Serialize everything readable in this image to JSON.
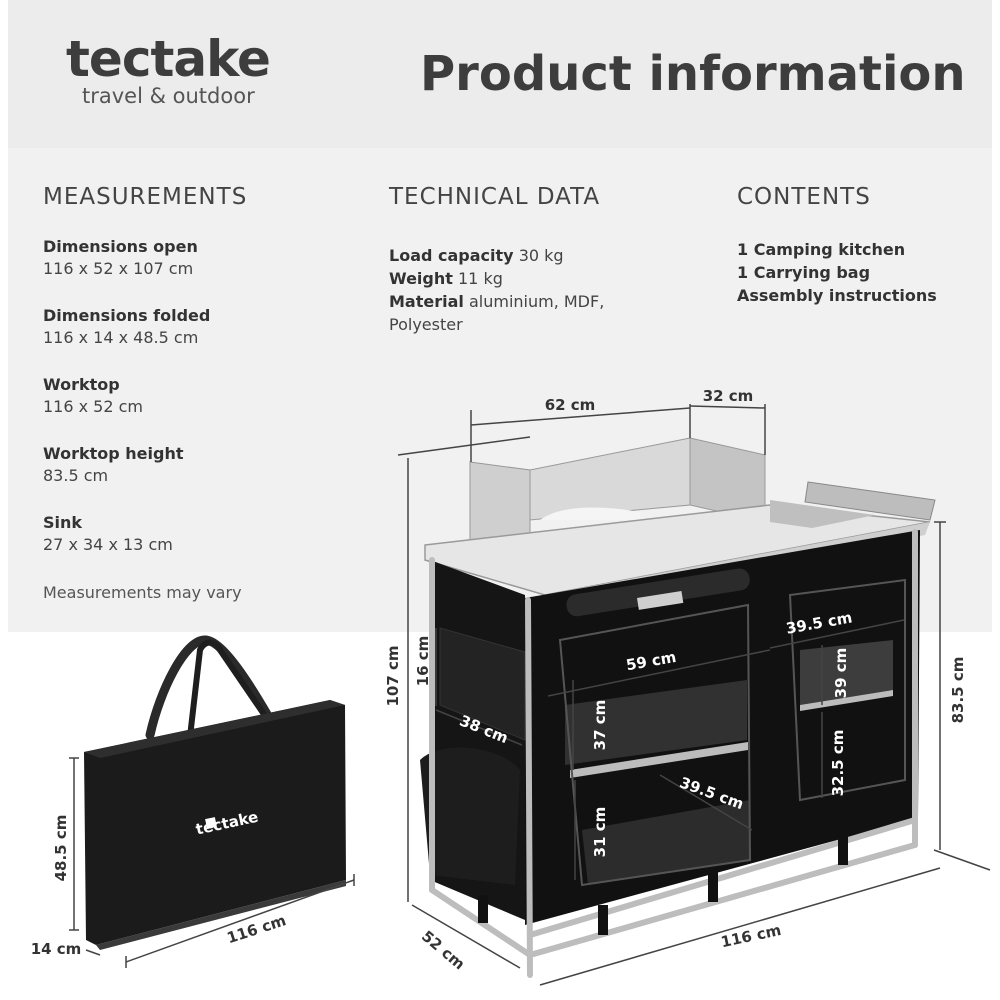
{
  "brand": {
    "name": "tectake",
    "tagline": "travel & outdoor"
  },
  "title": "Product information",
  "measurements": {
    "heading": "MEASUREMENTS",
    "items": [
      {
        "label": "Dimensions open",
        "value": "116 x 52 x 107 cm"
      },
      {
        "label": "Dimensions folded",
        "value": "116 x 14 x 48.5 cm"
      },
      {
        "label": "Worktop",
        "value": "116 x 52 cm"
      },
      {
        "label": "Worktop height",
        "value": "83.5 cm"
      },
      {
        "label": "Sink",
        "value": "27 x 34 x 13 cm"
      }
    ],
    "note": "Measurements may vary"
  },
  "technical": {
    "heading": "TECHNICAL DATA",
    "load_label": "Load capacity",
    "load_value": "30 kg",
    "weight_label": "Weight",
    "weight_value": "11 kg",
    "material_label": "Material",
    "material_value": "aluminium, MDF,",
    "material_value2": "Polyester"
  },
  "contents": {
    "heading": "CONTENTS",
    "items": [
      "1 Camping kitchen",
      "1 Carrying bag",
      "Assembly instructions"
    ]
  },
  "bag": {
    "logo": "tectake",
    "dims": {
      "height": "48.5 cm",
      "depth": "14 cm",
      "width": "116 cm"
    }
  },
  "kitchen": {
    "dims": {
      "top_left": "62 cm",
      "top_right": "32 cm",
      "total_height": "107 cm",
      "worktop_height": "83.5 cm",
      "side_pocket": "16 cm",
      "side_depth": "38 cm",
      "shelf_width": "59 cm",
      "right_width": "39.5 cm",
      "shelf_gap_upper": "37 cm",
      "shelf_gap_lower": "31 cm",
      "right_upper": "39 cm",
      "right_lower": "32.5 cm",
      "lower_depth": "39.5 cm",
      "depth": "52 cm",
      "width": "116 cm"
    }
  },
  "colors": {
    "header_bg": "#ececec",
    "info_bg": "#f1f1f1",
    "text": "#3a3a3a"
  }
}
